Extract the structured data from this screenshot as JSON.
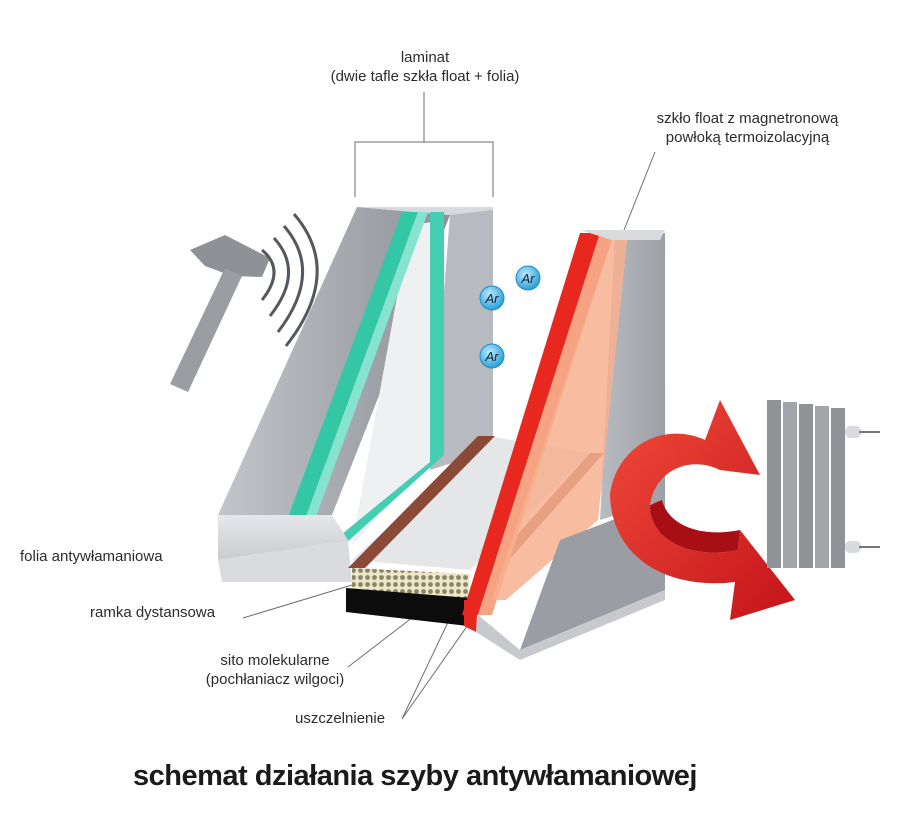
{
  "labels": {
    "laminat_line1": "laminat",
    "laminat_line2": "(dwie tafle szkła float + folia)",
    "float_line1": "szkło float z magnetronową",
    "float_line2": "powłoką termoizolacyjną",
    "folia": "folia antywłamaniowa",
    "ramka": "ramka dystansowa",
    "sito_line1": "sito molekularne",
    "sito_line2": "(pochłaniacz wilgoci)",
    "uszczelnienie": "uszczelnienie"
  },
  "gas": [
    "Ar",
    "Ar",
    "Ar"
  ],
  "title": "schemat działania szyby antywłamaniowej",
  "icons": [
    "hammer-icon",
    "sound-waves-icon",
    "radiator-icon",
    "heat-arrow-icon"
  ],
  "colors": {
    "glass": "#a9acb2",
    "glass_light": "#d2d4d8",
    "laminat_film": "#33c7a6",
    "coated_glass": "#e8281e",
    "spacer": "#8b4a38",
    "sealant": "#000000",
    "argon": "#37b4e8",
    "heat_arrow": "#e01b1b"
  }
}
